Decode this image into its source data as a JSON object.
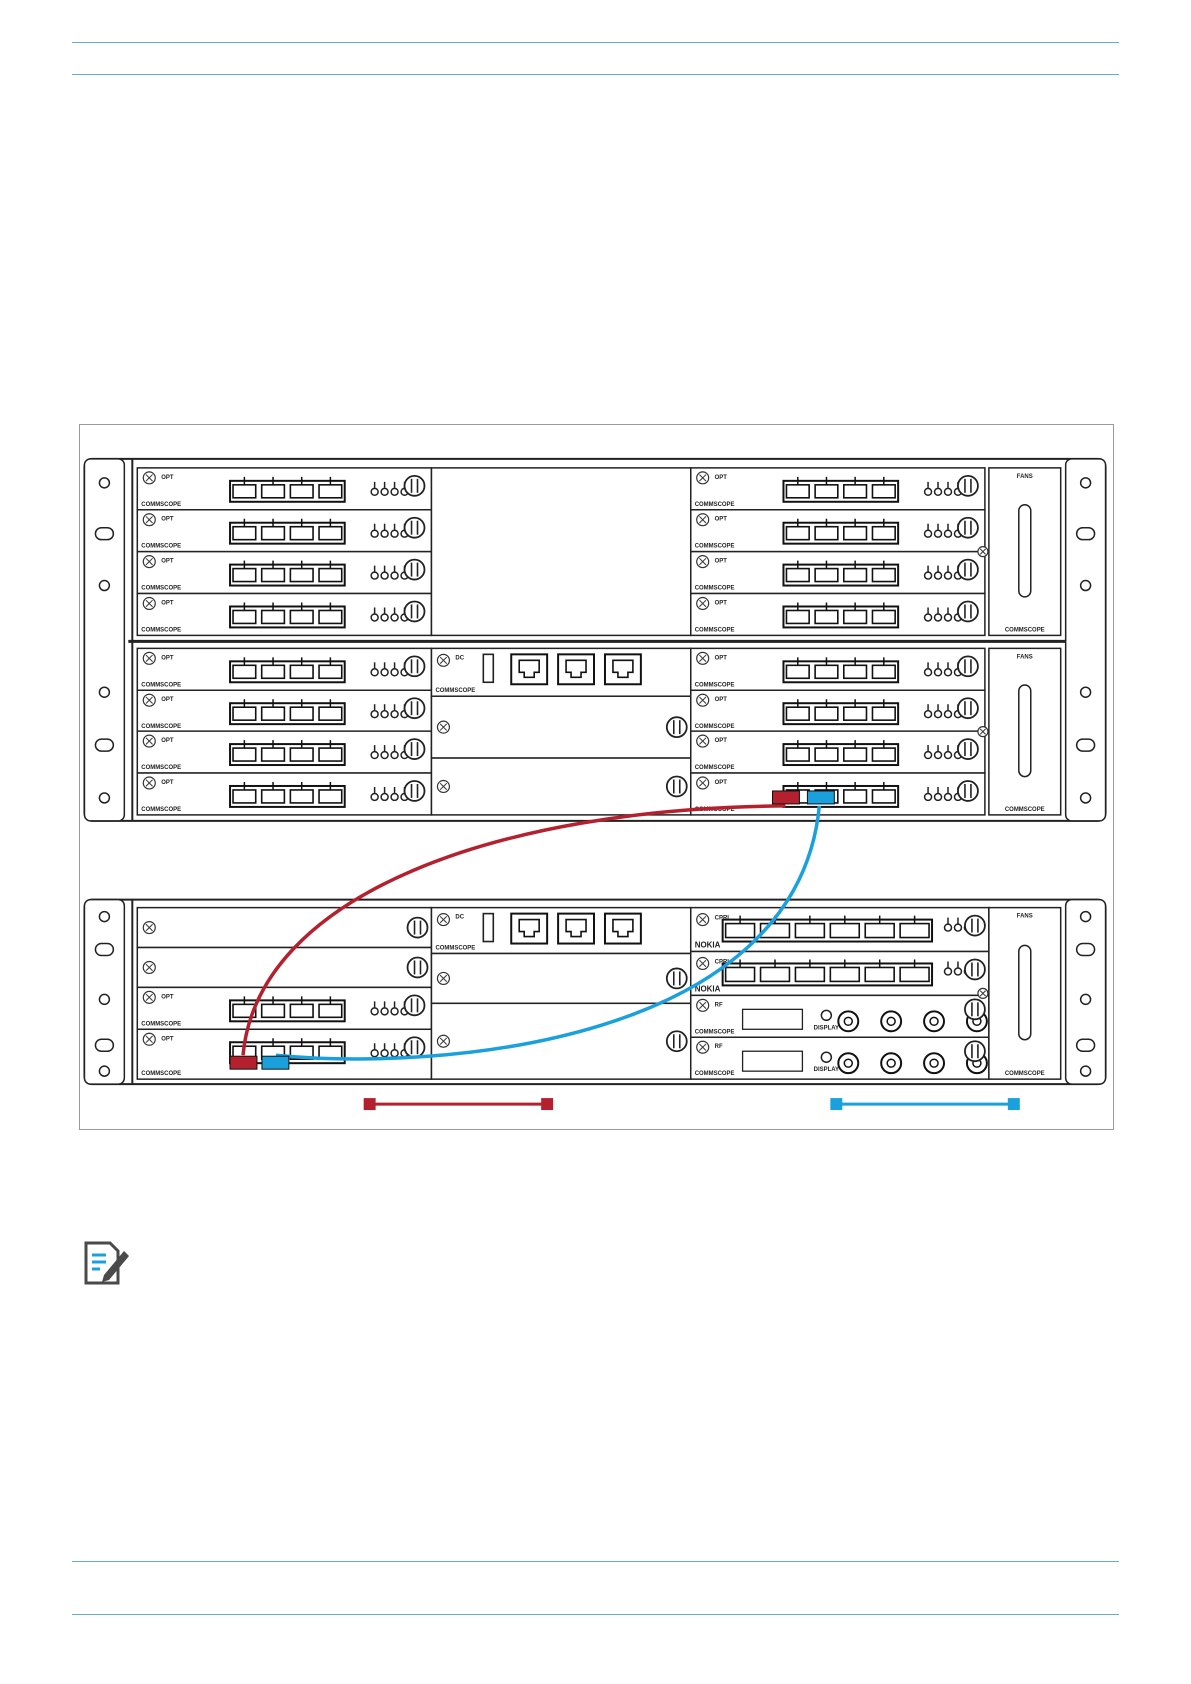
{
  "header": {
    "rule_color": "#6aa9d6"
  },
  "footer": {
    "rule_color": "#6aa9d6"
  },
  "diagram": {
    "frame_border": "#9a9a9a",
    "cable_colors": {
      "red": "#b5202e",
      "blue": "#1aa0dc"
    },
    "legend": [
      {
        "name": "red-cable-legend",
        "color": "#b5202e"
      },
      {
        "name": "blue-cable-legend",
        "color": "#1aa0dc"
      }
    ],
    "module_labels": {
      "opt": "OPT",
      "brand": "COMMSCOPE",
      "fans": "FANS",
      "display": "DISPLAY"
    }
  },
  "note": {
    "icon": "note-pencil-icon"
  }
}
